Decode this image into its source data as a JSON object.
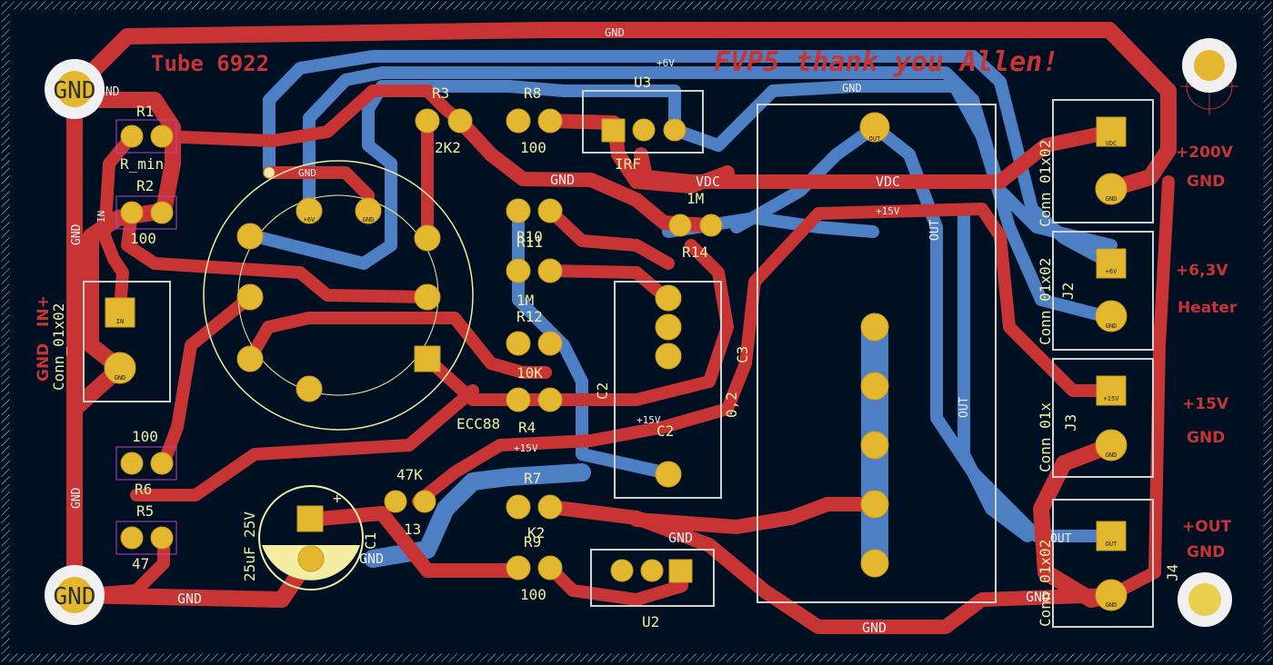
{
  "board": {
    "title": "Tube 6922",
    "thanks": "FVP5 thank you Allen!",
    "colors": {
      "background": "#001023",
      "front_copper": "#c83434",
      "back_copper": "#4d7fc4",
      "pad": "#e3b72f",
      "silkscreen": "#f2eda1",
      "outline": "#d0d2cd"
    }
  },
  "connectors": {
    "j_in": {
      "name": "Conn_01x02",
      "pin1": "IN+",
      "pin2": "GND"
    },
    "j1": {
      "name": "Conn_01x02",
      "pin1": "+200V",
      "pin2": "GND"
    },
    "j2": {
      "name": "Conn_01x02",
      "ref": "J2",
      "pin1": "+6,3V",
      "pin2": "Heater"
    },
    "j3": {
      "name": "Conn_01x",
      "ref": "J3",
      "pin1": "+15V",
      "pin2": "GND"
    },
    "j4": {
      "name": "Conn_01x02",
      "ref": "J4",
      "pin1": "+OUT",
      "pin2": "GND"
    }
  },
  "components": {
    "tube": "ECC88",
    "r1": {
      "ref": "R1",
      "value": "R_min"
    },
    "r2": {
      "ref": "R2",
      "value": "100"
    },
    "r3": {
      "ref": "R3",
      "value": "2K2"
    },
    "r4": {
      "ref": "R4",
      "value": ""
    },
    "r5": {
      "ref": "R5",
      "value": "47"
    },
    "r6": {
      "ref": "R6",
      "value": "100"
    },
    "r7": {
      "ref": "R7",
      "value": "K2"
    },
    "r8": {
      "ref": "R8",
      "value": "100"
    },
    "r9": {
      "ref": "R9",
      "value": "100"
    },
    "r10": {
      "ref": "R10",
      "value": ""
    },
    "r11": {
      "ref": "R11",
      "value": "1M"
    },
    "r12": {
      "ref": "R12",
      "value": "10K"
    },
    "r13": {
      "ref": "13",
      "value": "47K"
    },
    "r14": {
      "ref": "R14",
      "value": "1M"
    },
    "c1": {
      "ref": "C1",
      "value": "25uF 25V"
    },
    "c2": {
      "ref": "C2",
      "value": "C2"
    },
    "c3": {
      "ref": "C3",
      "value": "0,2"
    },
    "u2": {
      "ref": "U2"
    },
    "u3": {
      "ref": "U3",
      "value": "IRF"
    }
  },
  "nets": {
    "gnd": "GND",
    "vdc": "VDC",
    "p15v": "+15V",
    "p6v": "+6V",
    "out": "OUT",
    "in": "IN"
  },
  "pad_labels": {
    "gnd": "GND",
    "in": "IN",
    "vdc": "VDC",
    "p6v": "+6V",
    "p15v": "+15V",
    "out": "OUT"
  }
}
